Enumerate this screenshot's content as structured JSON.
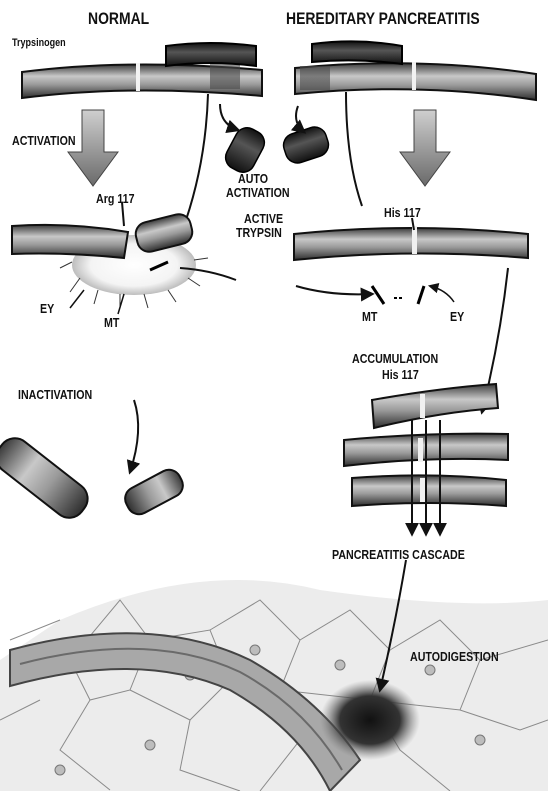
{
  "headings": {
    "normal": "NORMAL",
    "hereditary": "HEREDITARY PANCREATITIS"
  },
  "labels": {
    "trypsinogen": "Trypsinogen",
    "activation": "ACTIVATION",
    "arg117": "Arg 117",
    "auto_activation_1": "AUTO",
    "auto_activation_2": "ACTIVATION",
    "active_trypsin_1": "ACTIVE",
    "active_trypsin_2": "TRYPSIN",
    "his117_top": "His 117",
    "ey_left": "EY",
    "mt_left": "MT",
    "mt_right": "MT",
    "ey_right": "EY",
    "inactivation": "INACTIVATION",
    "accumulation": "ACCUMULATION",
    "his117_stack": "His 117",
    "cascade": "PANCREATITIS CASCADE",
    "autodigestion": "AUTODIGESTION"
  },
  "colors": {
    "ink": "#111111",
    "rod_dark": "#333333",
    "rod_mid": "#8a8a8a",
    "rod_light": "#d0d0d0",
    "tissue_bg": "#ebebeb",
    "cell_line": "#7a7a7a"
  }
}
